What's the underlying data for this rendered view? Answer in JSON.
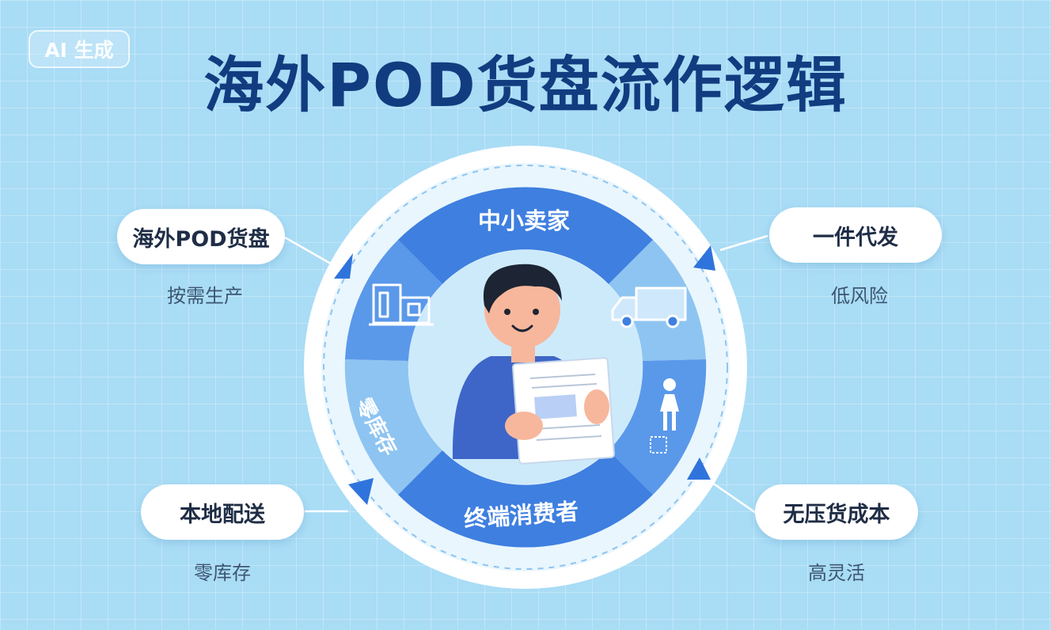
{
  "badge": "AI 生成",
  "title": "海外POD货盘流作逻辑",
  "ring": {
    "top_label": "中小卖家",
    "bottom_label": "终端消费者",
    "left_label": "零库存",
    "colors": {
      "ring_dark": "#3e7fe0",
      "ring_mid": "#5a98ea",
      "ring_light": "#8ec4f1",
      "arrow": "#2f74dc"
    }
  },
  "nodes": [
    {
      "label": "海外POD货盘",
      "sub": "按需生产"
    },
    {
      "label": "一件代发",
      "sub": "低风险"
    },
    {
      "label": "本地配送",
      "sub": "零库存"
    },
    {
      "label": "无压货成本",
      "sub": "高灵活"
    }
  ],
  "icons": [
    "printer-icon",
    "truck-icon",
    "person-icon",
    "seller-illustration"
  ]
}
